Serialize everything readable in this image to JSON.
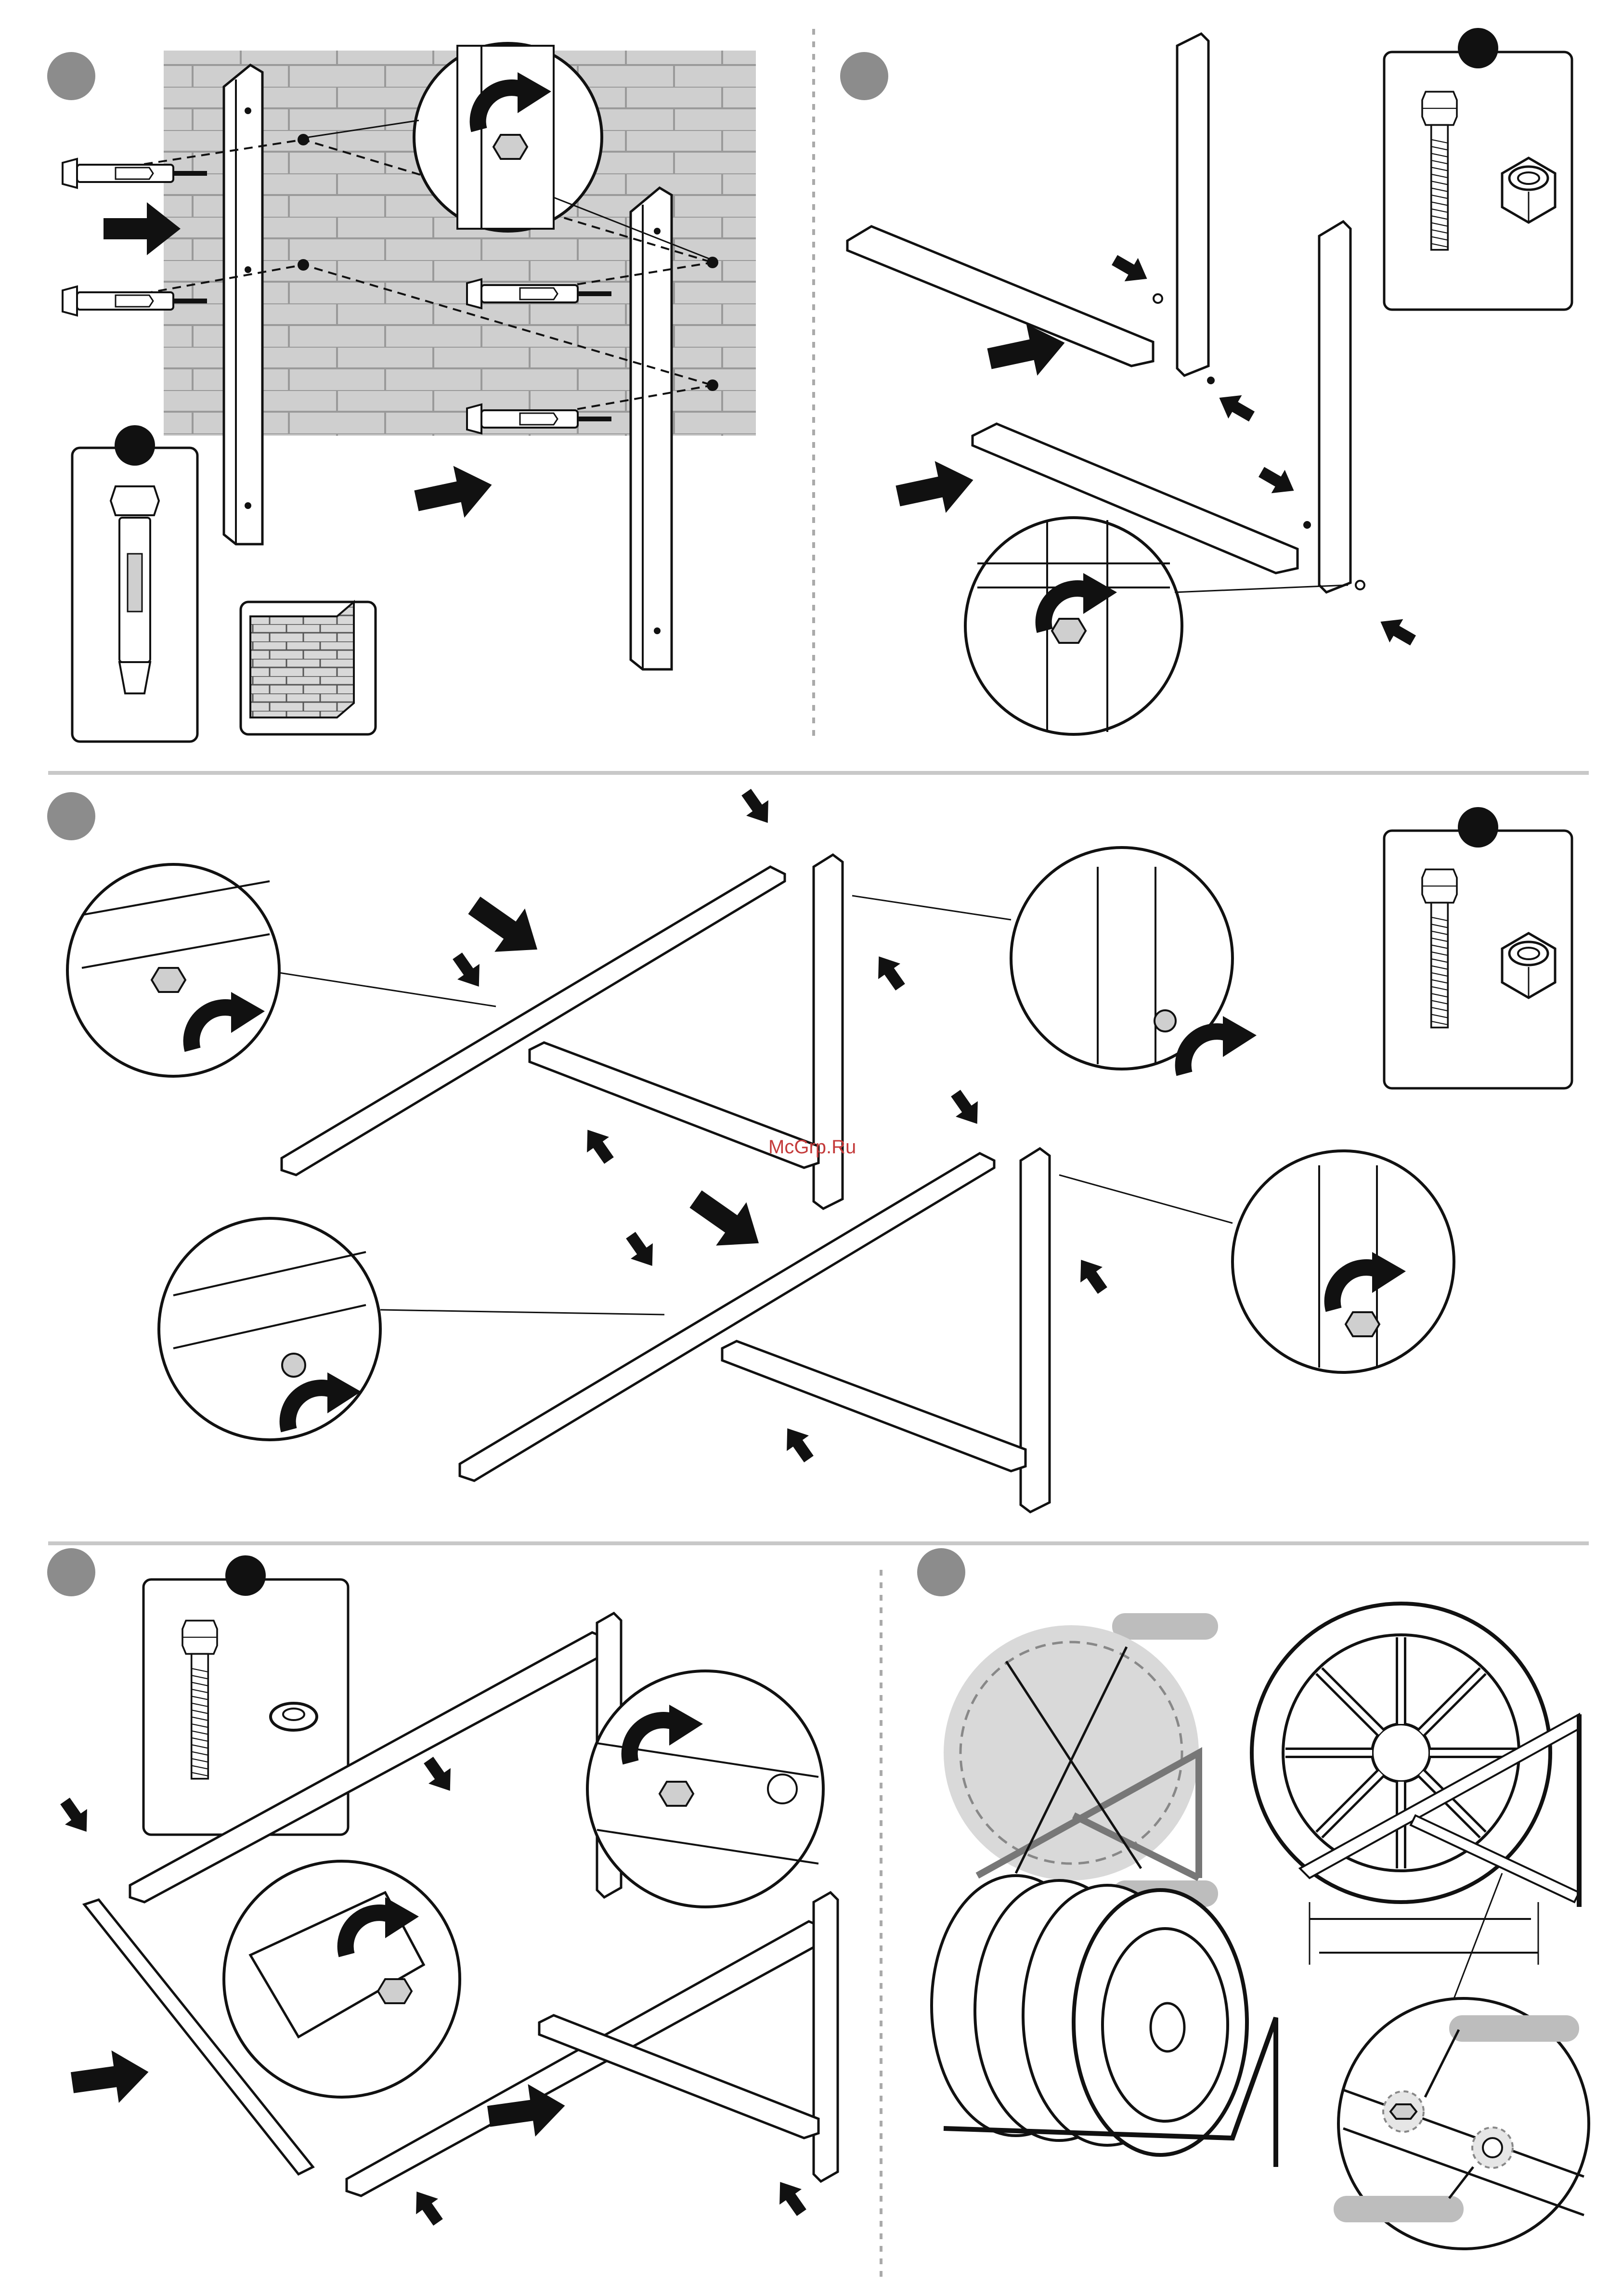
{
  "watermark": "McGrp.Ru",
  "steps": [
    {
      "id": "step-1"
    },
    {
      "id": "step-2"
    },
    {
      "id": "step-3"
    },
    {
      "id": "step-4"
    },
    {
      "id": "step-5"
    }
  ],
  "colors": {
    "line": "#1a1a1a",
    "step_circle": "#8c8c8c",
    "wall": "#cfcfcf",
    "divider": "#c8c8c8",
    "accent_label": "#bdbdbd"
  },
  "icons": [
    "anchor-bolt-icon",
    "brick-wall-icon",
    "hex-bolt-icon",
    "lock-nut-icon",
    "spring-washer-icon",
    "rotate-arrow-icon",
    "push-arrow-icon",
    "tire-icon"
  ]
}
